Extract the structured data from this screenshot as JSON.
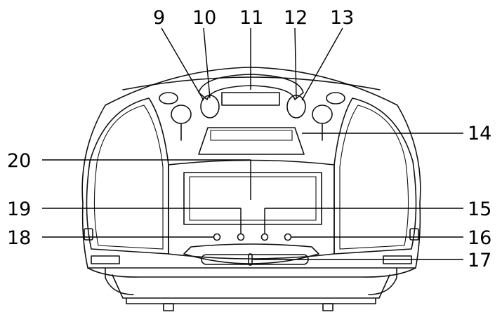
{
  "callouts": {
    "c9": "9",
    "c10": "10",
    "c11": "11",
    "c12": "12",
    "c13": "13",
    "c14": "14",
    "c15": "15",
    "c16": "16",
    "c17": "17",
    "c18": "18",
    "c19": "19",
    "c20": "20"
  }
}
